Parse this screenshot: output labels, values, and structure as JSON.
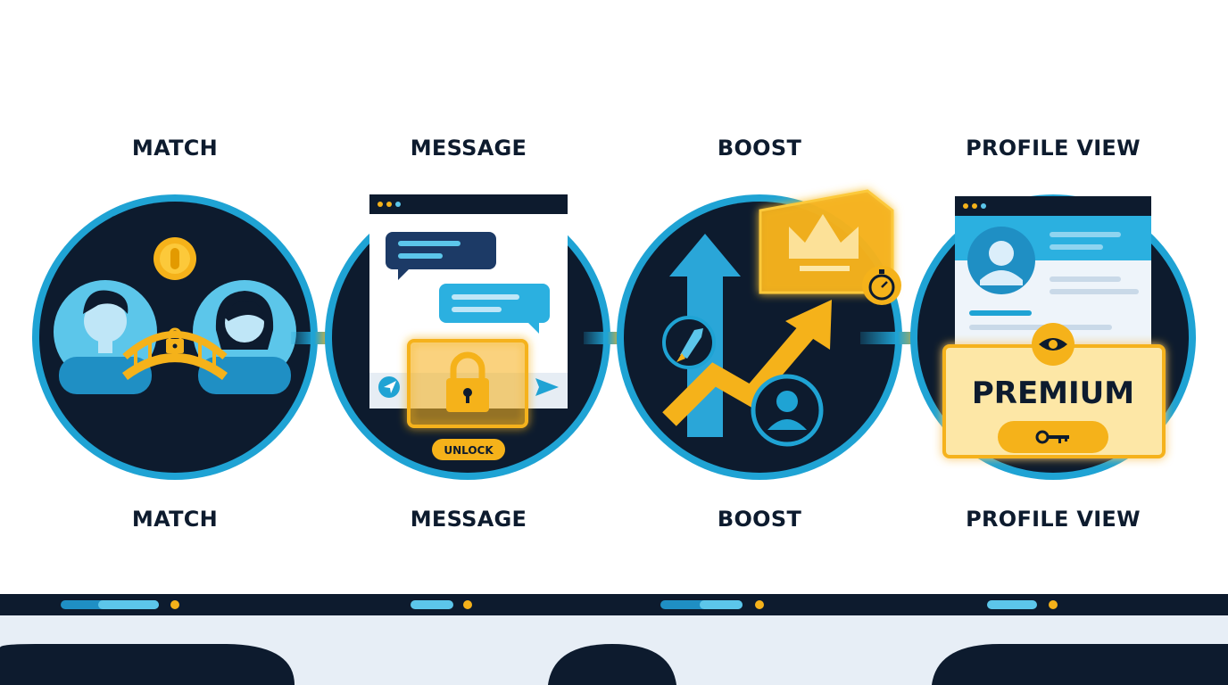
{
  "steps": [
    {
      "id": "match",
      "title": "MATCH",
      "caption": "MATCH"
    },
    {
      "id": "message",
      "title": "MESSAGE",
      "caption": "MESSAGE",
      "badge": "UNLOCK"
    },
    {
      "id": "boost",
      "title": "BOOST",
      "caption": "BOOST"
    },
    {
      "id": "profile-view",
      "title": "PROFILE VIEW",
      "caption": "PROFILE VIEW",
      "badge": "PREMIUM"
    }
  ],
  "colors": {
    "navy": "#0d1b2e",
    "blue": "#1fa3d4",
    "light_blue": "#5cc6ea",
    "gold": "#f5b21a",
    "pale_gold": "#fde7a6"
  },
  "icons": [
    "coin-icon",
    "bridge-icon",
    "lock-icon",
    "send-icon",
    "rocket-icon",
    "crown-icon",
    "stopwatch-icon",
    "trend-arrow-icon",
    "eye-icon",
    "key-icon",
    "person-icon"
  ]
}
